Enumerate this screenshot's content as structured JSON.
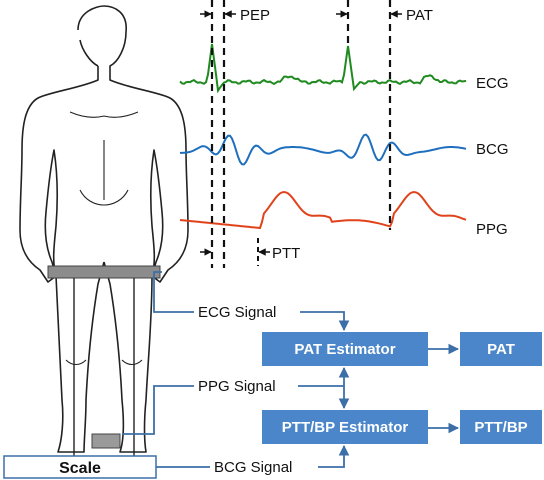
{
  "colors": {
    "ecg": "#1f8a1f",
    "bcg": "#1f6fbf",
    "ppg": "#e0431c",
    "box_fill": "#4a86c9",
    "connector": "#3c6fa8",
    "body_outline": "#222222",
    "band": "#8c8c8c"
  },
  "labels": {
    "pep": "PEP",
    "pat": "PAT",
    "ptt": "PTT",
    "ecg": "ECG",
    "bcg": "BCG",
    "ppg": "PPG"
  },
  "signals": {
    "ecg": "ECG Signal",
    "ppg": "PPG Signal",
    "bcg": "BCG Signal"
  },
  "boxes": {
    "pat_estimator": "PAT Estimator",
    "pat": "PAT",
    "ptt_bp_estimator": "PTT/BP Estimator",
    "ptt_bp": "PTT/BP"
  },
  "scale": "Scale"
}
